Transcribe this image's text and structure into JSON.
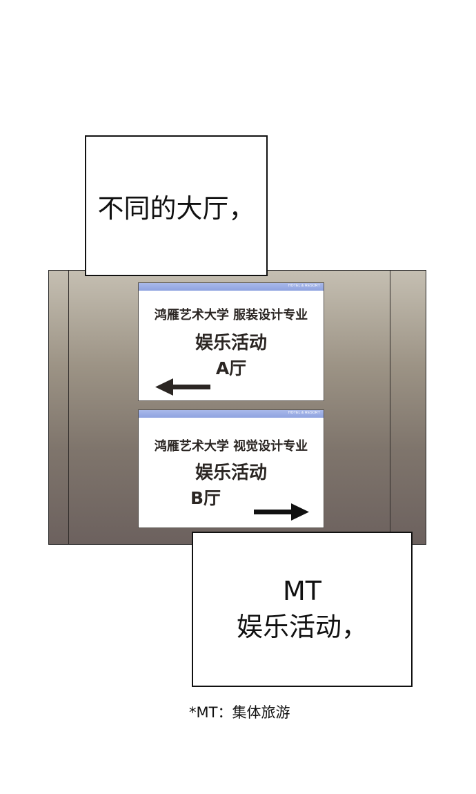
{
  "caption_top": "不同的大厅，",
  "caption_bottom": {
    "line1": "MT",
    "line2": "娱乐活动，"
  },
  "footnote": "*MT：集体旅游",
  "signs": [
    {
      "brand": "HOTEL & RESORT",
      "line1": "鸿雁艺术大学 服装设计专业",
      "line2": "娱乐活动",
      "line3": "A厅",
      "arrow": "left-arrow-icon"
    },
    {
      "brand": "HOTEL & RESORT",
      "line1": "鸿雁艺术大学 视觉设计专业",
      "line2": "娱乐活动",
      "line3": "B厅",
      "arrow": "right-arrow-icon"
    }
  ],
  "colors": {
    "sign_strip": "#8fa3e0",
    "wall_top": "#c5bfb2",
    "wall_bottom": "#6c615e"
  }
}
